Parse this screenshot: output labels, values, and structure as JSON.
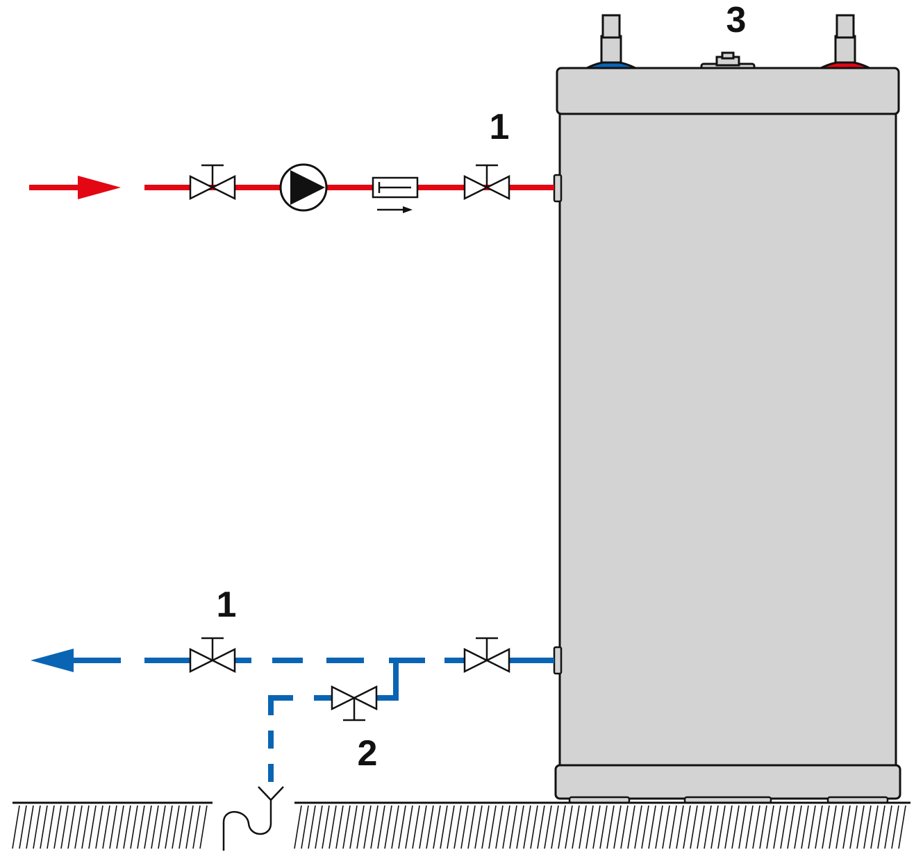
{
  "diagram": {
    "labels": {
      "valve_top": "1",
      "valve_bottom": "1",
      "drain_valve": "2",
      "top_fitting": "3"
    },
    "colors": {
      "hot": "#e30613",
      "cold": "#0a64b4",
      "tank_fill": "#d3d3d3",
      "outline": "#111111",
      "background": "#ffffff"
    },
    "icons": {
      "pump": "pump-icon",
      "check_valve": "check-valve-icon",
      "valve": "valve-icon",
      "drain_funnel": "drain-funnel-icon"
    }
  }
}
